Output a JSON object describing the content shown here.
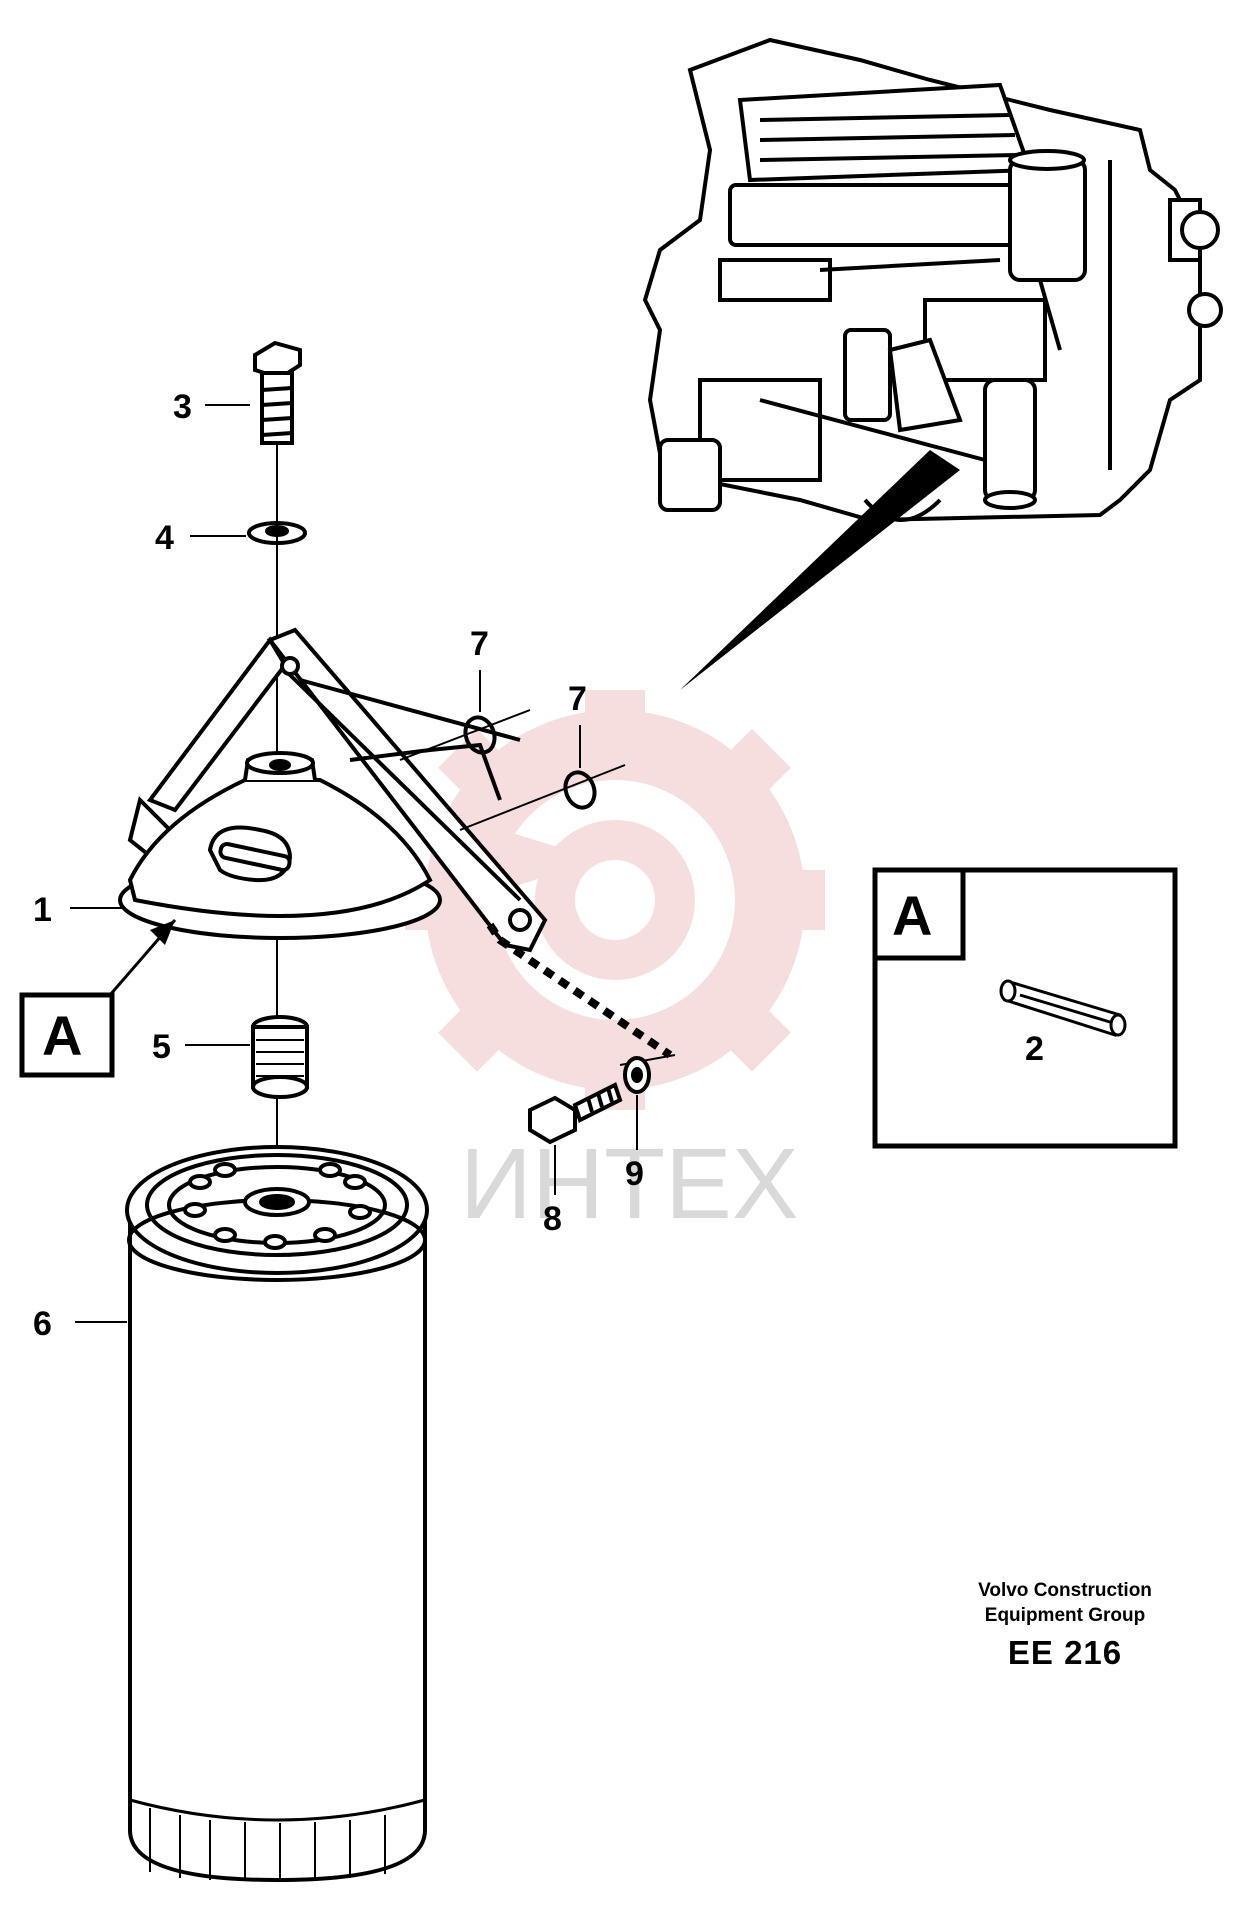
{
  "callouts": {
    "c1": "1",
    "c2": "2",
    "c3": "3",
    "c4": "4",
    "c5": "5",
    "c6": "6",
    "c7a": "7",
    "c7b": "7",
    "c8": "8",
    "c9": "9"
  },
  "view_marker": "A",
  "detail_box_label": "A",
  "footer": {
    "line1": "Volvo Construction",
    "line2": "Equipment Group",
    "code": "EE 216"
  },
  "watermark": {
    "text": "ИНТЕХ",
    "color": "#e8b8b8"
  }
}
